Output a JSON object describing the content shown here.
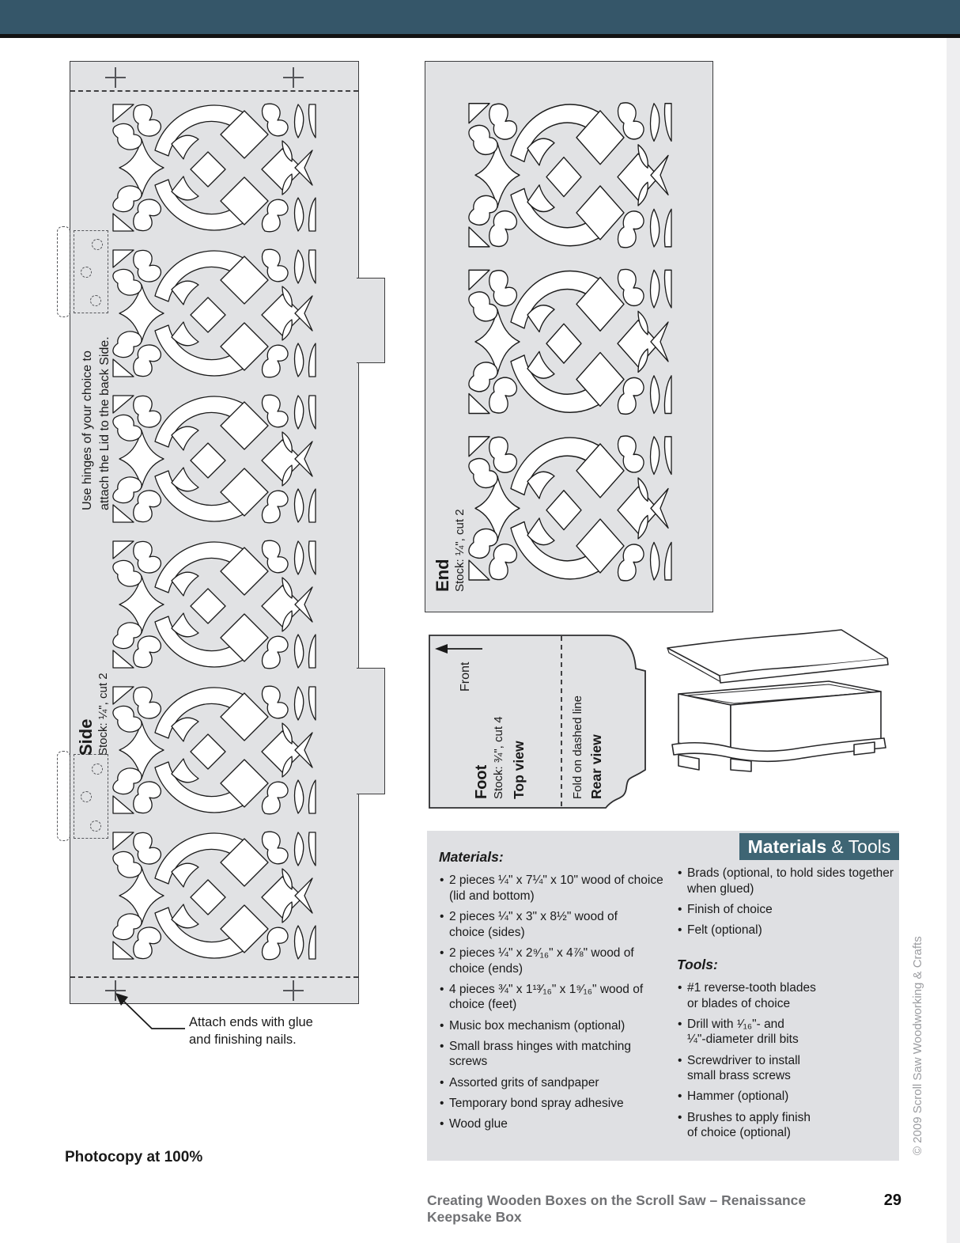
{
  "page": {
    "photocopy_note": "Photocopy at 100%",
    "copyright_vertical": "© 2009  Scroll Saw Woodworking & Crafts",
    "footer": {
      "title": "Creating Wooden Boxes on the Scroll Saw  –  Renaissance Keepsake Box",
      "page_number": "29"
    },
    "colors": {
      "header_bar": "#355669",
      "materials_header": "#3e6574",
      "panel_gray": "#e1e2e4"
    }
  },
  "patterns": {
    "side": {
      "name": "Side",
      "stock": "Stock: ¼\", cut 2",
      "hinge_note": "Use hinges of your choice to\nattach the Lid to the back Side.",
      "attach_note": "Attach ends with glue\nand finishing nails."
    },
    "end": {
      "name": "End",
      "stock": "Stock: ¼\", cut 2"
    },
    "foot": {
      "name": "Foot",
      "stock": "Stock: ¾\", cut 4",
      "top_view": "Top view",
      "front_label": "Front",
      "fold_note": "Fold on dashed line",
      "rear_view": "Rear view"
    }
  },
  "materials_tools": {
    "header_bold": "Materials",
    "header_rest": "& Tools",
    "materials_heading": "Materials:",
    "materials": [
      "2 pieces ¼\" x 7¼\" x 10\" wood of choice\n(lid and bottom)",
      "2 pieces ¼\" x 3\" x 8½\" wood of\nchoice (sides)",
      "2 pieces ¼\" x 2⁹⁄₁₆\" x 4⅞\" wood of\nchoice (ends)",
      "4 pieces ¾\" x 1¹³⁄₁₆\" x 1⁹⁄₁₆\" wood of\nchoice (feet)",
      "Music box mechanism (optional)",
      "Small brass hinges with matching\nscrews",
      "Assorted grits of sandpaper",
      "Temporary bond spray adhesive",
      "Wood glue"
    ],
    "materials_col2": [
      "Brads (optional, to hold sides together\nwhen glued)",
      "Finish of choice",
      "Felt (optional)"
    ],
    "tools_heading": "Tools:",
    "tools": [
      "#1 reverse-tooth blades\nor blades of choice",
      "Drill with ¹⁄₁₆\"- and\n¼\"-diameter drill bits",
      "Screwdriver to install\nsmall brass screws",
      "Hammer (optional)",
      "Brushes to apply finish\nof choice (optional)"
    ]
  }
}
